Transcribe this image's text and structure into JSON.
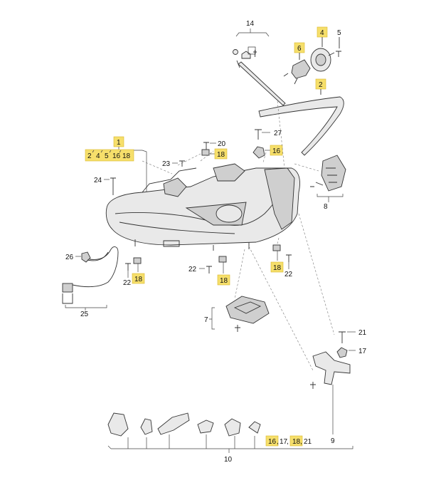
{
  "diagram": {
    "callouts": {
      "c1": "1",
      "c2": "2",
      "c4": "4",
      "c5": "5",
      "c6": "6",
      "c7": "7",
      "c8": "8",
      "c9": "9",
      "c10": "10",
      "c14": "14",
      "c16a": "16",
      "c18a": "18",
      "c18b": "18",
      "c18c": "18",
      "c18d": "18",
      "c20": "20",
      "c21a": "21",
      "c21b": "21",
      "c22a": "22",
      "c22b": "22",
      "c22c": "22",
      "c23": "23",
      "c24": "24",
      "c25": "25",
      "c26": "26",
      "c27": "27",
      "c17": "17"
    },
    "group1": {
      "n2": "2",
      "n4": "4",
      "n5": "5",
      "n16": "16",
      "n18": "18"
    },
    "group10": {
      "n16": "16",
      "n17": "17",
      "n18": "18",
      "n21": "21"
    },
    "highlight_color": "#f6df6b"
  }
}
